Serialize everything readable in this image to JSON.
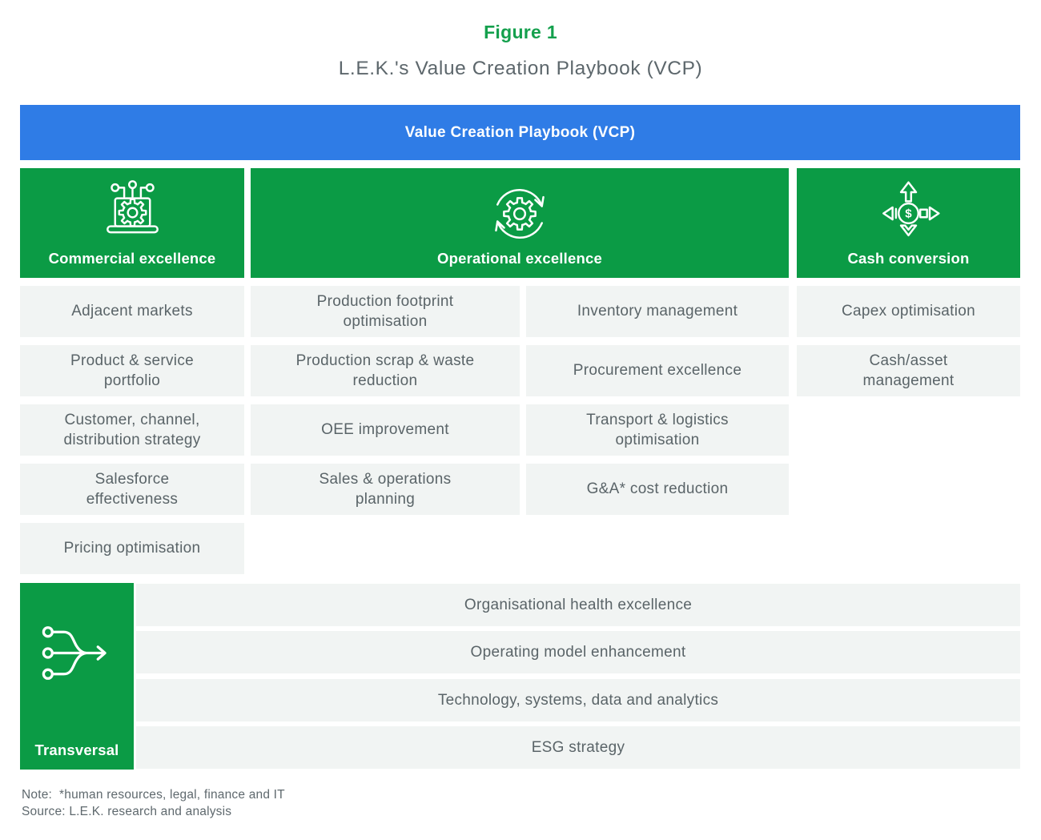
{
  "figure": {
    "label": "Figure 1",
    "title": "L.E.K.'s Value Creation Playbook (VCP)"
  },
  "banner": {
    "title": "Value Creation Playbook (VCP)"
  },
  "columns": [
    {
      "header": "Commercial excellence",
      "icon": "laptop-gear-icon",
      "items": [
        "Adjacent markets",
        "Product & service\nportfolio",
        "Customer, channel,\ndistribution strategy",
        "Salesforce\neffectiveness",
        "Pricing optimisation"
      ]
    },
    {
      "header": "Operational excellence",
      "icon": "gear-sync-icon",
      "items_left": [
        "Production footprint\noptimisation",
        "Production scrap & waste\nreduction",
        "OEE improvement",
        "Sales & operations\nplanning"
      ],
      "items_right": [
        "Inventory management",
        "Procurement excellence",
        "Transport & logistics\noptimisation",
        "G&A* cost reduction"
      ]
    },
    {
      "header": "Cash conversion",
      "icon": "cash-flow-icon",
      "items": [
        "Capex optimisation",
        "Cash/asset\nmanagement"
      ]
    }
  ],
  "transversal": {
    "header": "Transversal",
    "icon": "merge-arrow-icon",
    "items": [
      "Organisational health excellence",
      "Operating model enhancement",
      "Technology, systems, data and analytics",
      "ESG strategy"
    ]
  },
  "footer": {
    "note": "Note:  *human resources, legal, finance and IT",
    "source": "Source: L.E.K. research and analysis"
  },
  "colors": {
    "green": "#0b9b45",
    "blue": "#2f7ce6",
    "box_bg": "#f1f4f3",
    "text_gray": "#5a6468",
    "title_green": "#14a04d"
  }
}
